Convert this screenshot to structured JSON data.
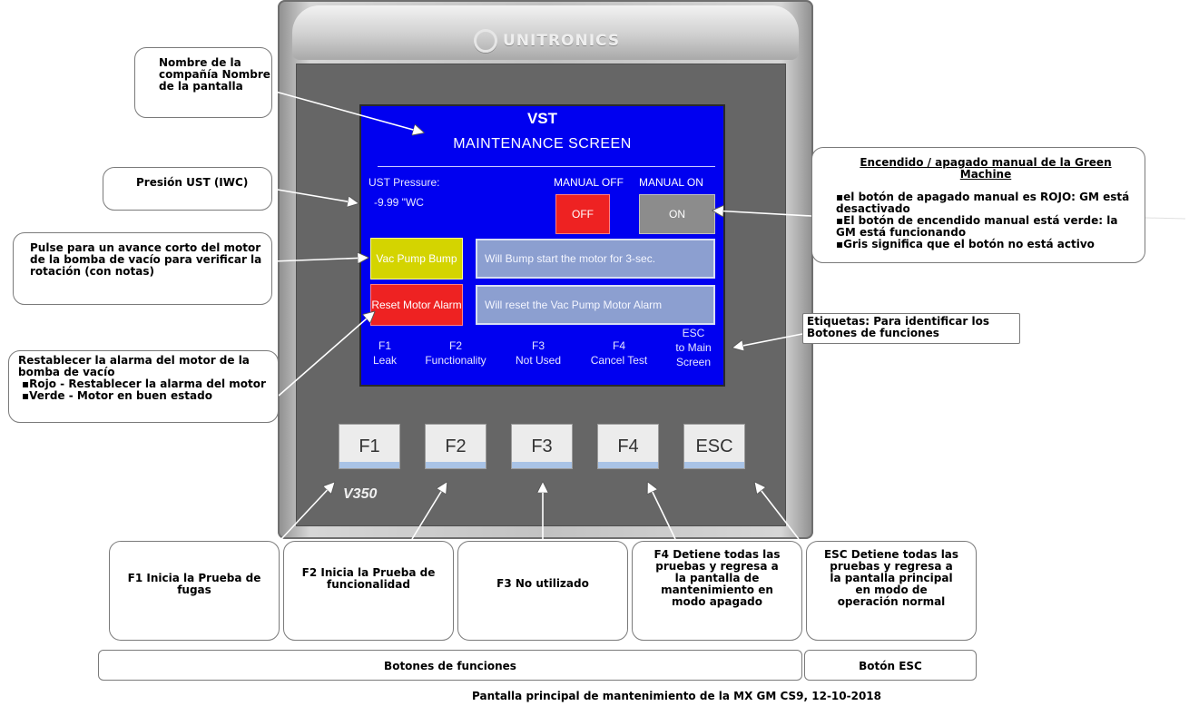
{
  "device": {
    "brand": "UNITRONICS",
    "model": "V350",
    "keys": [
      "F1",
      "F2",
      "F3",
      "F4",
      "ESC"
    ]
  },
  "screen": {
    "title": "VST",
    "subtitle": "MAINTENANCE SCREEN",
    "pressure_label": "UST Pressure:",
    "pressure_value": "-9.99 \"WC",
    "manual_off_label": "MANUAL OFF",
    "manual_on_label": "MANUAL ON",
    "off_button": "OFF",
    "on_button": "ON",
    "bump_button": "Vac Pump Bump",
    "bump_message": "Will Bump start the motor for 3-sec.",
    "reset_button": "Reset Motor Alarm",
    "reset_message": "Will reset the Vac Pump Motor Alarm",
    "function_labels": [
      {
        "key": "F1",
        "label": "Leak"
      },
      {
        "key": "F2",
        "label": "Functionality"
      },
      {
        "key": "F3",
        "label": "Not Used"
      },
      {
        "key": "F4",
        "label": "Cancel Test"
      },
      {
        "key": "ESC",
        "label": "to Main Screen"
      }
    ]
  },
  "callouts": {
    "company": "Nombre de la compañía Nombre de la pantalla",
    "pressure": "Presión UST (IWC)",
    "bump": "Pulse para un avance corto del motor de la bomba de vacío para verificar la rotación (con notas)",
    "reset_title": "Restablecer la alarma del motor de la bomba de vacío",
    "reset_bullets": [
      "Rojo - Restablecer la alarma del motor",
      "Verde - Motor en buen estado"
    ],
    "manual_title": "Encendido / apagado manual de la Green Machine",
    "manual_bullets": [
      "el botón de apagado manual es ROJO: GM está desactivado",
      "El botón de encendido manual está verde: la GM está funcionando",
      "Gris significa que el botón no está activo"
    ],
    "labels": "Etiquetas: Para identificar los Botones de funciones",
    "f1": "F1 Inicia la Prueba de fugas",
    "f2": "F2 Inicia la Prueba de funcionalidad",
    "f3": "F3 No utilizado",
    "f4": "F4 Detiene todas las pruebas y regresa a la pantalla de mantenimiento en modo apagado",
    "esc": "ESC Detiene todas las pruebas y regresa a la pantalla principal en modo de operación normal",
    "function_buttons": "Botones de funciones",
    "esc_button": "Botón ESC"
  },
  "footer": "Pantalla principal de mantenimiento de la MX GM CS9, 12-10-2018"
}
